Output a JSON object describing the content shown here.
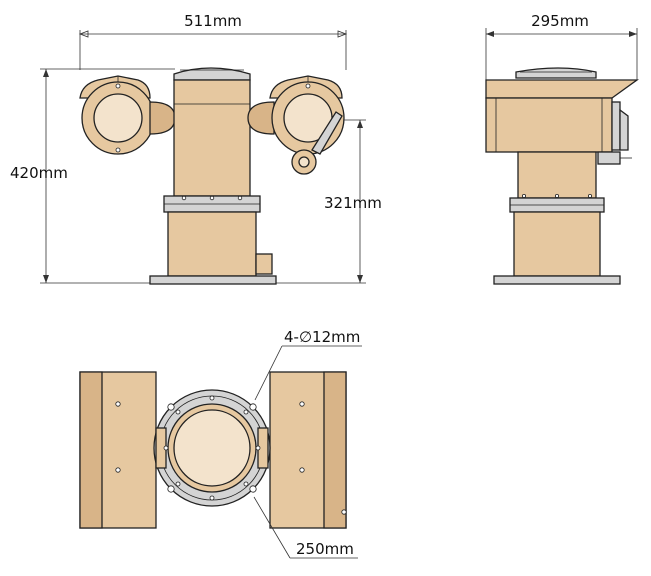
{
  "dimensions": {
    "width_front": "511mm",
    "width_side": "295mm",
    "height_total": "420mm",
    "height_lower": "321mm",
    "mount_holes": "4-∅12mm",
    "base_diameter": "250mm"
  }
}
